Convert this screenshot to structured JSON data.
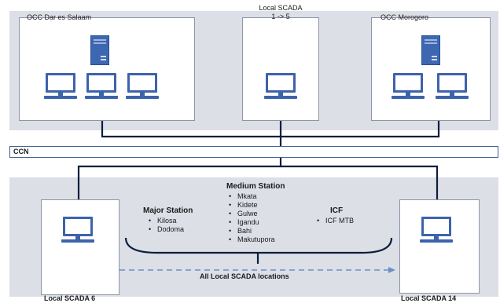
{
  "occ_dar": {
    "title": "OCC Dar es Salaam"
  },
  "local_scada_1_5": {
    "title": "Local SCADA",
    "subtitle": "1 -> 5"
  },
  "occ_morogoro": {
    "title": "OCC Morogoro"
  },
  "ccn": {
    "label": "CCN"
  },
  "local_scada_6": {
    "title": "Local SCADA 6"
  },
  "local_scada_14": {
    "title": "Local SCADA 14"
  },
  "major_station": {
    "title": "Major Station",
    "items": [
      "Kilosa",
      "Dodoma"
    ]
  },
  "medium_station": {
    "title": "Medium Station",
    "items": [
      "Mkata",
      "Kidete",
      "Gulwe",
      "Igandu",
      "Bahi",
      "Makutupora"
    ]
  },
  "icf": {
    "title": "ICF",
    "items": [
      "ICF MTB"
    ]
  },
  "all_local": {
    "label": "All Local SCADA locations"
  },
  "colors": {
    "band": "#dcdfe6",
    "wire": "#0b1f3d",
    "server": "#3e67b1",
    "monitor": "#3c63ac",
    "dashed": "#6d8fc4"
  },
  "icons": [
    "server-icon",
    "workstation-icon"
  ]
}
